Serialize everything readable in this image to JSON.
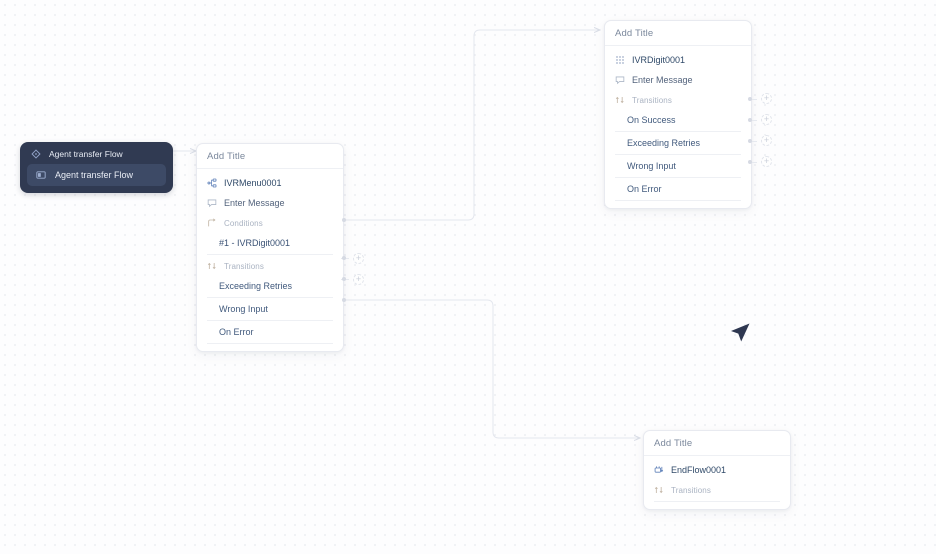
{
  "canvas": {
    "background_color": "#fdfdfe",
    "grid_dot_color": "#eceef2",
    "edge_color": "#e4e7ee"
  },
  "start_node": {
    "name": "agent-transfer-flow-start",
    "title": "Agent transfer Flow",
    "item_label": "Agent transfer Flow",
    "title_icon": "diamond-node-icon",
    "item_icon": "flow-card-icon",
    "bg_color": "#303a52",
    "pill_color": "#3d4a66"
  },
  "nodes": [
    {
      "id": "ivrmenu-node",
      "title": "Add Title",
      "ref_icon": "ivr-menu-icon",
      "ref_label": "IVRMenu0001",
      "message_icon": "message-icon",
      "message_label": "Enter Message",
      "conditions_icon": "branch-icon",
      "conditions_label": "Conditions",
      "conditions": [
        {
          "label": "#1 - IVRDigit0001"
        }
      ],
      "transitions_icon": "transitions-icon",
      "transitions_label": "Transitions",
      "transitions": [
        {
          "label": "Exceeding Retries"
        },
        {
          "label": "Wrong Input"
        },
        {
          "label": "On Error"
        }
      ]
    },
    {
      "id": "ivrdigit-node",
      "title": "Add Title",
      "ref_icon": "keypad-icon",
      "ref_label": "IVRDigit0001",
      "message_icon": "message-icon",
      "message_label": "Enter Message",
      "transitions_icon": "transitions-icon",
      "transitions_label": "Transitions",
      "transitions": [
        {
          "label": "On Success"
        },
        {
          "label": "Exceeding Retries"
        },
        {
          "label": "Wrong Input"
        },
        {
          "label": "On Error"
        }
      ]
    },
    {
      "id": "endflow-node",
      "title": "Add Title",
      "ref_icon": "end-flow-icon",
      "ref_label": "EndFlow0001",
      "transitions_icon": "transitions-icon",
      "transitions_label": "Transitions",
      "transitions": []
    }
  ],
  "add_connector_label": "+",
  "cursor": {
    "name": "mouse-pointer",
    "color": "#2e3750"
  }
}
